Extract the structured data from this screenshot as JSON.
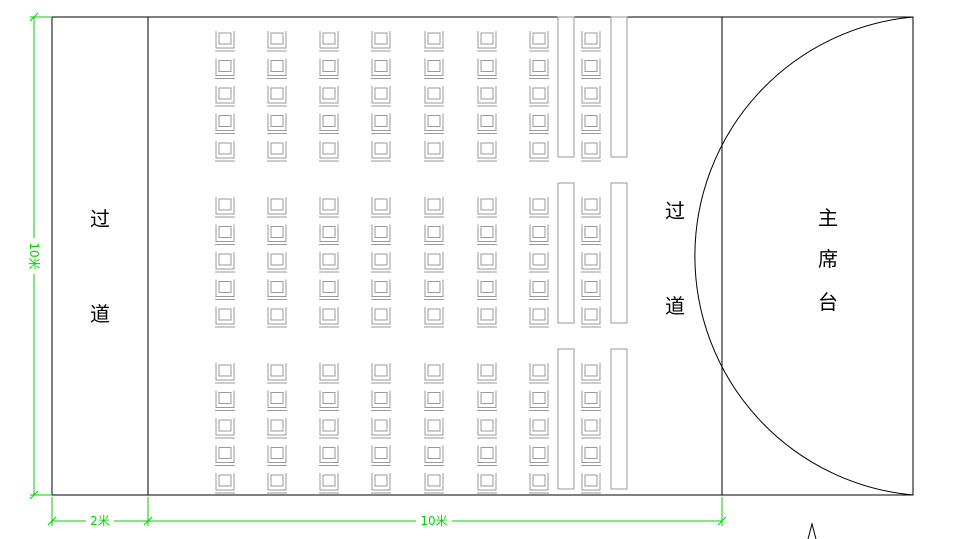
{
  "labels": {
    "left_aisle": [
      "过",
      "道"
    ],
    "right_aisle": [
      "过",
      "道"
    ],
    "stage": [
      "主",
      "席",
      "台"
    ]
  },
  "dimensions": {
    "left_width": "2米",
    "hall_width": "10米",
    "height": "10米"
  },
  "seating": {
    "blocks": 3,
    "columns_per_block": 8,
    "rows_per_block": 5,
    "partition_columns": 2
  },
  "colors": {
    "lines": "#000000",
    "dimensions": "#00d000",
    "seats": "#9a9a9a"
  },
  "icons": [
    "chair-icon",
    "arrow-icon"
  ]
}
